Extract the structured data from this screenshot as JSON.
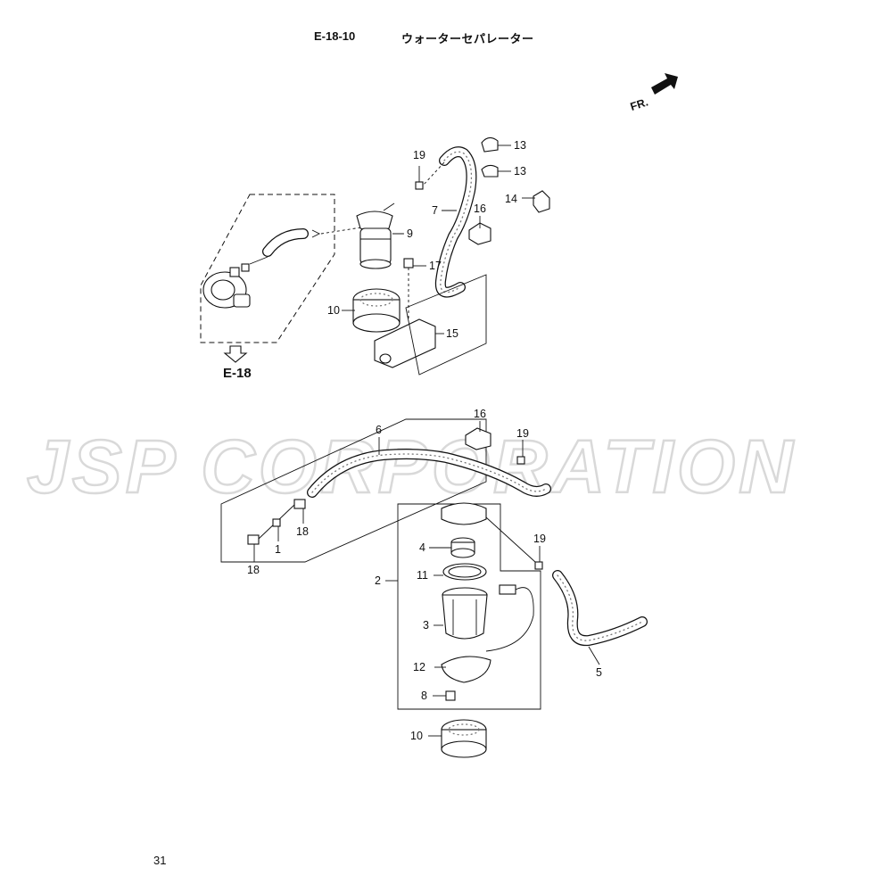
{
  "header": {
    "code": "E-18-10",
    "title": "ウォーターセパレーター"
  },
  "page_number": "31",
  "watermark": "JSP CORPORATION",
  "direction_marker": "FR.",
  "reference_link": "E-18",
  "callouts": {
    "c1": "1",
    "c2": "2",
    "c3": "3",
    "c4": "4",
    "c5": "5",
    "c6": "6",
    "c7": "7",
    "c8": "8",
    "c9": "9",
    "c10_top": "10",
    "c10_bottom": "10",
    "c11": "11",
    "c12": "12",
    "c13_a": "13",
    "c13_b": "13",
    "c14": "14",
    "c15": "15",
    "c16_top": "16",
    "c16_mid": "16",
    "c17": "17",
    "c18_a": "18",
    "c18_b": "18",
    "c19_top": "19",
    "c19_mid": "19",
    "c19_low": "19"
  }
}
